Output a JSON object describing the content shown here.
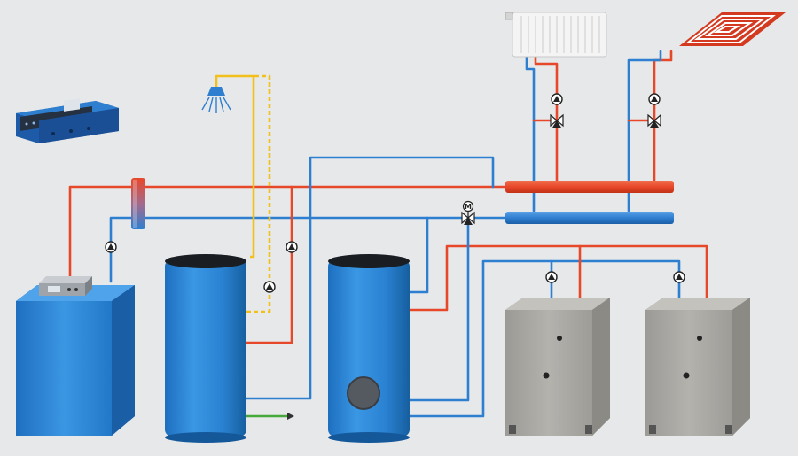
{
  "diagram": {
    "title": "",
    "colors": {
      "background": "#e6e8ea",
      "supply_pipe": "#e8482a",
      "return_pipe": "#2f7fd0",
      "domestic_hot_water": "#f2c01a",
      "cold_water": "#44a83a",
      "tank_blue": "#2b86d6",
      "tank_lid": "#1a1d22",
      "heat_pump_grey": "#a9a7a2"
    },
    "mixing_valve_label": "M",
    "components": [
      {
        "name": "control-unit",
        "icon": "control-panel-icon"
      },
      {
        "name": "boiler",
        "icon": "boiler-icon"
      },
      {
        "name": "hydraulic-separator",
        "icon": "separator-icon"
      },
      {
        "name": "dhw-storage-tank",
        "icon": "tank-icon"
      },
      {
        "name": "buffer-storage-tank",
        "icon": "tank-icon"
      },
      {
        "name": "shower-head",
        "icon": "shower-icon"
      },
      {
        "name": "radiator",
        "icon": "radiator-icon"
      },
      {
        "name": "underfloor-heating",
        "icon": "floor-heating-icon"
      },
      {
        "name": "heat-pump-1",
        "icon": "heat-pump-icon"
      },
      {
        "name": "heat-pump-2",
        "icon": "heat-pump-icon"
      }
    ]
  }
}
